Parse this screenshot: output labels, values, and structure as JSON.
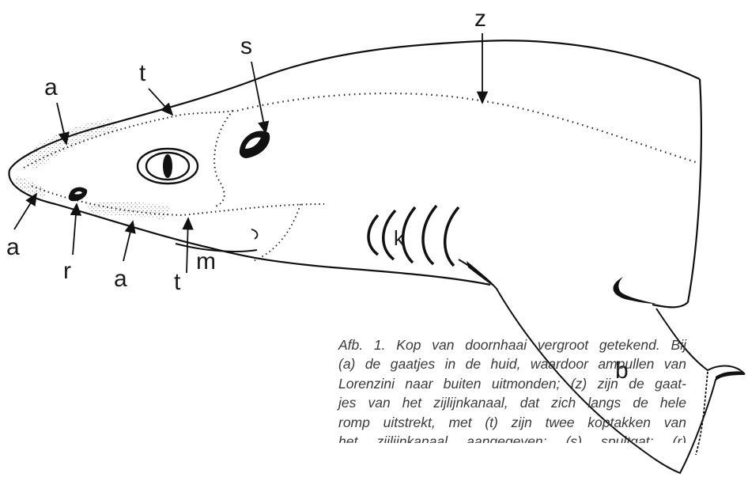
{
  "figure": {
    "labels": {
      "z": "z",
      "s": "s",
      "t_top": "t",
      "a_top": "a",
      "a_left": "a",
      "r": "r",
      "a_bottom": "a",
      "t_bottom": "t",
      "m": "m",
      "k": "k",
      "b": "b"
    }
  },
  "caption": {
    "lines": [
      "Afb. 1. Kop van doornhaai vergroot getekend. Bij",
      "(a) de gaatjes in de huid, waardoor ampullen van",
      "Lorenzini naar buiten uitmonden; (z) zijn de gaat-",
      "jes van het zijlijnkanaal, dat zich langs de hele",
      "romp uitstrekt, met (t) zijn twee koptakken van",
      "het zijlijnkanaal aangegeven; (s) spuitgat; (r)"
    ]
  }
}
